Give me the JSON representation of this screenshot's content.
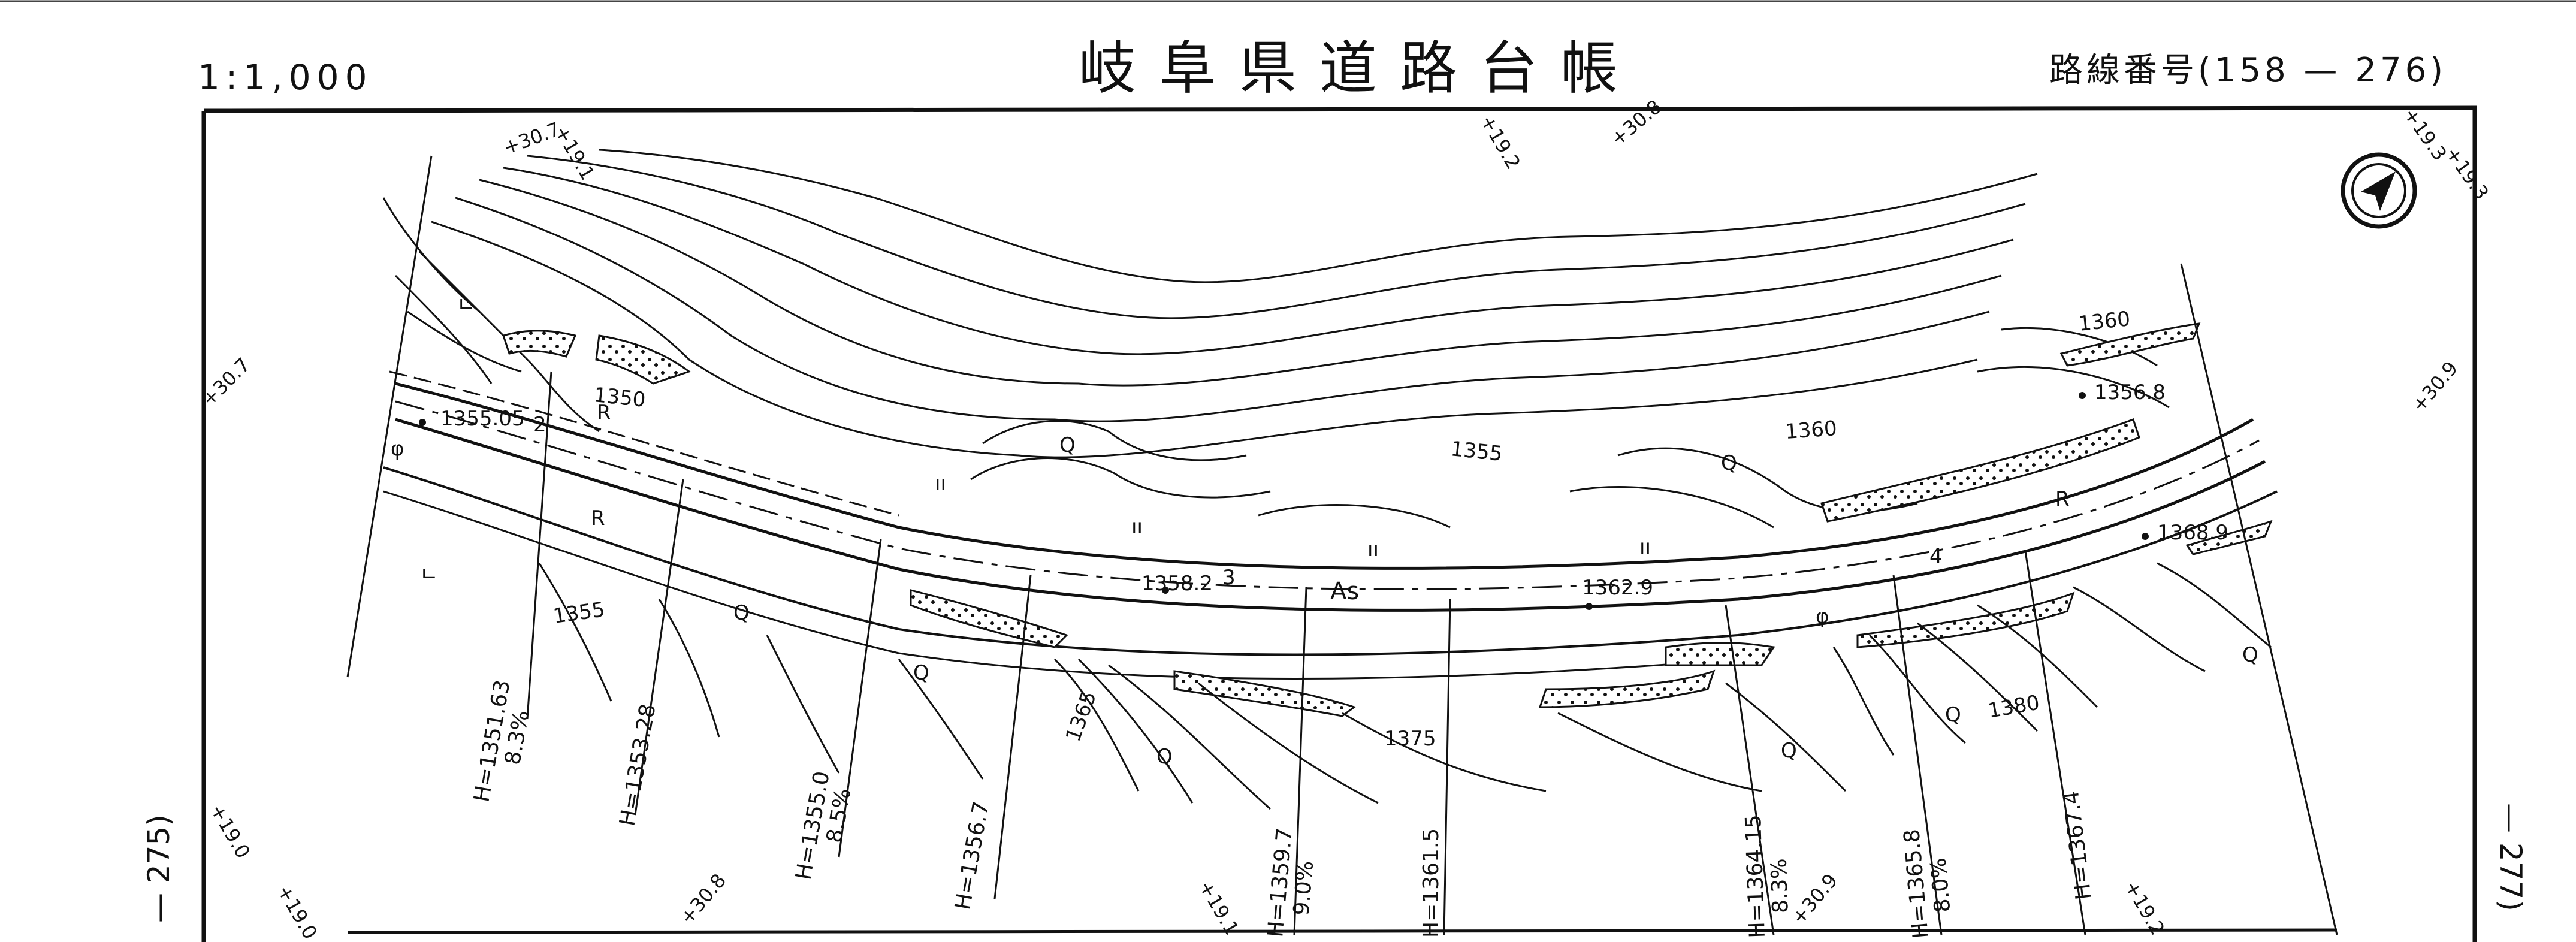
{
  "header": {
    "scale": "1:1,000",
    "title": "岐阜県道路台帳",
    "route_number": "路線番号(158 — 276)"
  },
  "side_labels": {
    "left": "— 275)",
    "right": "— 277)"
  },
  "north_arrow": {
    "icon": "north-arrow-icon"
  },
  "section_marks": [
    "+30.7",
    "+19.1",
    "+19.2",
    "+30.8",
    "+19.3",
    "+19.3",
    "+30.7",
    "+30.9",
    "+19.0",
    "+19.0",
    "+30.8",
    "+19.1",
    "+30.9",
    "+19.2"
  ],
  "road": {
    "surface": "As",
    "segment_numbers": [
      "2",
      "3",
      "4"
    ],
    "spot_elevations": [
      "1355.05",
      "1358.2",
      "1362.9",
      "1356.8",
      "1368.9"
    ]
  },
  "contour_labels": [
    "1350",
    "1355",
    "1355",
    "1360",
    "1360",
    "1365",
    "1375",
    "1380"
  ],
  "symbols": {
    "rock": "R",
    "broadleaf": "Q",
    "grass": "ıı",
    "wasteland": "ㄴ",
    "pole": "φ"
  },
  "profile_marks": [
    {
      "height": "H=1351.63",
      "grade": "8.3%"
    },
    {
      "height": "H=1353.28",
      "grade": ""
    },
    {
      "height": "H=1355.0",
      "grade": "8.5%"
    },
    {
      "height": "H=1356.7",
      "grade": ""
    },
    {
      "height": "H=1359.7",
      "grade": "9.0%"
    },
    {
      "height": "H=1361.5",
      "grade": ""
    },
    {
      "height": "H=1364.15",
      "grade": "8.3%"
    },
    {
      "height": "H=1365.8",
      "grade": "8.0%"
    },
    {
      "height": "H=1367.4",
      "grade": ""
    }
  ]
}
